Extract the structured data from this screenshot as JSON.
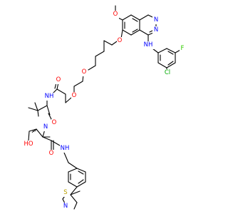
{
  "diagram": {
    "type": "chemical-structure",
    "colors": {
      "bond": "#000000",
      "carbon_label": "#000000",
      "oxygen": "#ff0000",
      "nitrogen": "#0000ff",
      "chlorine": "#00aa00",
      "fluorine": "#33cc00",
      "sulfur": "#b8a000"
    },
    "atom_labels": {
      "methoxy_o": "O",
      "quinazoline_n1": "N",
      "quinazoline_n3": "N",
      "anilino_nh": "NH",
      "ether_o_aryl": "O",
      "peg_o_1": "O",
      "peg_o_2": "O",
      "amide_o_1": "O",
      "amide_nh_1": "NH",
      "amide_o_2": "O",
      "hydroxyl": "HO",
      "pyrrolidine_n": "N",
      "amide_o_3": "O",
      "amide_nh_2": "NH",
      "thiazole_s": "S",
      "thiazole_n": "N",
      "chloro": "Cl",
      "fluoro": "F"
    }
  }
}
